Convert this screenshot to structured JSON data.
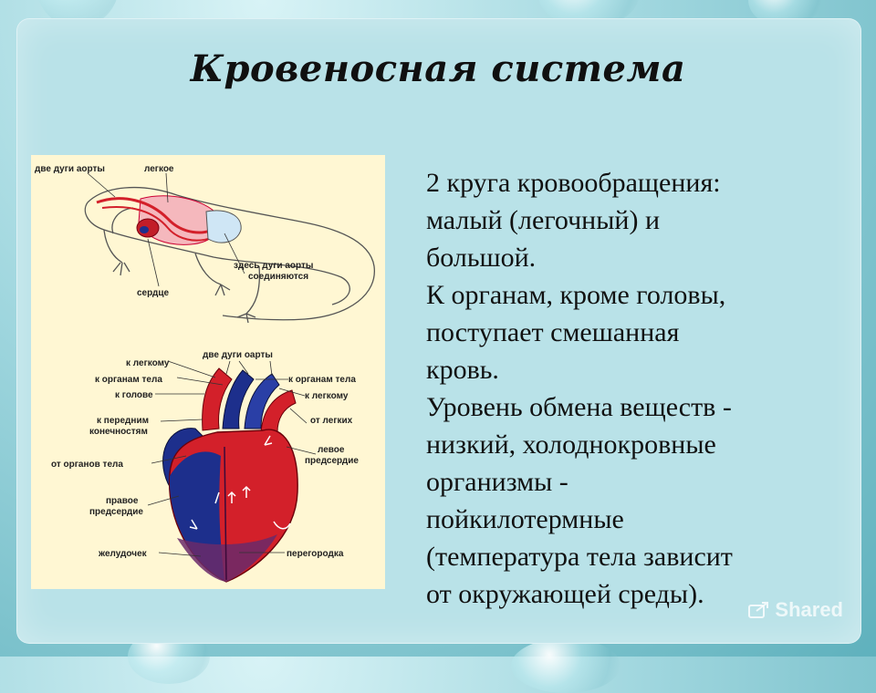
{
  "slide": {
    "title": "Кровеносная система",
    "text_lines": [
      "2 круга кровообращения:",
      "малый (легочный) и",
      "большой.",
      "К органам, кроме головы,",
      "поступает смешанная",
      "кровь.",
      "Уровень обмена веществ -",
      "низкий, холоднокровные",
      "организмы -",
      "пойкилотермные",
      "(температура тела зависит",
      "от окружающей среды)."
    ]
  },
  "figure": {
    "lizard_labels": {
      "two_arches": "две дуги аорты",
      "lung": "легкое",
      "heart": "сердце",
      "join_1": "здесь дуги аорты",
      "join_2": "соединяются"
    },
    "heart_labels": {
      "two_arches": "две дуги оарты",
      "to_lung_left": "к легкому",
      "to_body_left": "к органам тела",
      "to_head": "к голове",
      "to_limbs_1": "к передним",
      "to_limbs_2": "конечностям",
      "from_body": "от органов тела",
      "right_atrium_1": "правое",
      "right_atrium_2": "предсердие",
      "ventricle": "желудочек",
      "to_body_right": "к органам тела",
      "to_lung_right": "к легкому",
      "from_lungs": "от легких",
      "left_atrium_1": "левое",
      "left_atrium_2": "предсердие",
      "septum": "перегородка"
    }
  },
  "watermark": {
    "text": "Shared",
    "icon": "share-icon"
  },
  "colors": {
    "arterial": "#d3202a",
    "venous": "#1d2f8c",
    "background": "#b9e2e8",
    "figure_bg": "#fff7d3"
  }
}
